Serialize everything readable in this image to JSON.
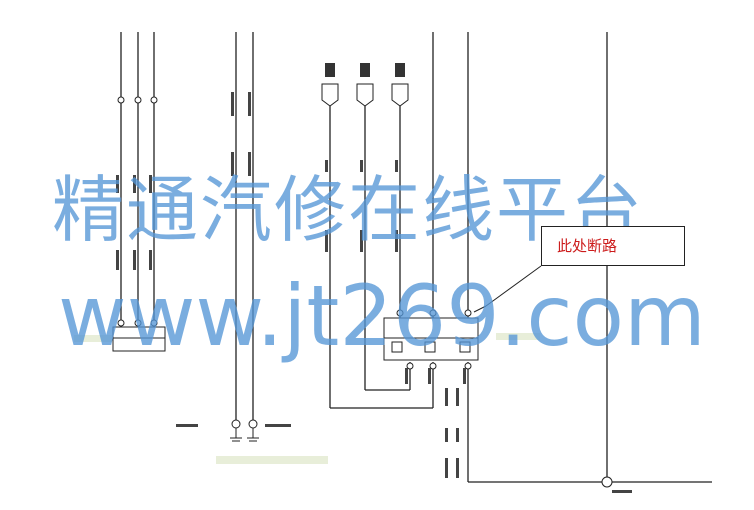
{
  "annotation": {
    "text": "此处断路"
  },
  "watermark": {
    "line1": "精通汽修在线平台",
    "line2": "www.jt269.com"
  },
  "colors": {
    "wire": "#222222",
    "watermark": "#5496d6",
    "annotation": "#cc1b1b",
    "label_band": "#e8eed9"
  }
}
